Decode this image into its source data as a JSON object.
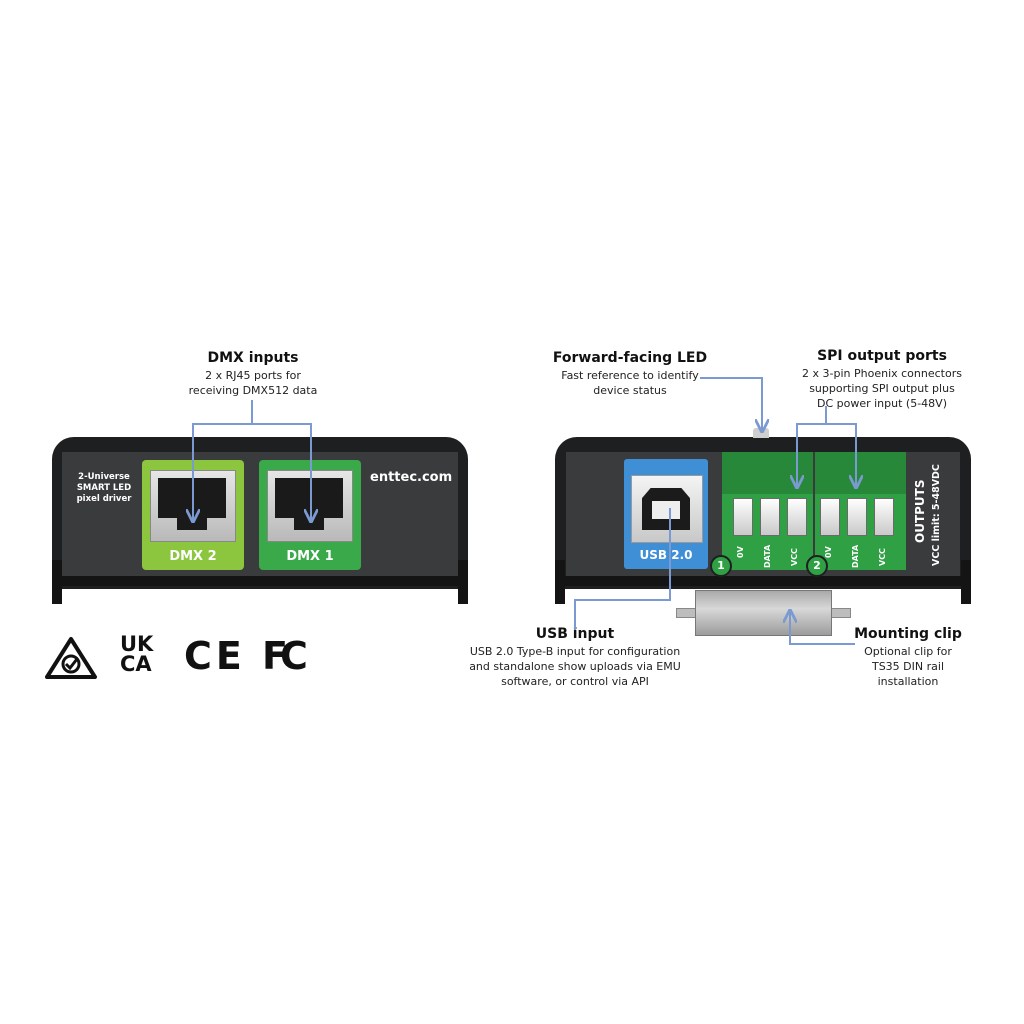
{
  "callouts": {
    "dmx_inputs": {
      "title": "DMX inputs",
      "lines": [
        "2 x RJ45 ports for",
        "receiving DMX512 data"
      ]
    },
    "forward_led": {
      "title": "Forward-facing LED",
      "lines": [
        "Fast reference to identify",
        "device status"
      ]
    },
    "spi_output": {
      "title": "SPI output ports",
      "lines": [
        "2 x 3-pin Phoenix connectors",
        "supporting SPI output plus",
        "DC power input (5-48V)"
      ]
    },
    "usb_input": {
      "title": "USB input",
      "lines": [
        "USB 2.0 Type-B input for configuration",
        "and standalone show uploads via EMU",
        "software, or control via API"
      ]
    },
    "mounting_clip": {
      "title": "Mounting clip",
      "lines": [
        "Optional clip for",
        "TS35 DIN rail",
        "installation"
      ]
    }
  },
  "front_device": {
    "product_label": [
      "2-Universe",
      "SMART LED",
      "pixel driver"
    ],
    "brand": "enttec.com",
    "ports": [
      {
        "label": "DMX 2",
        "color": "#8cc63f"
      },
      {
        "label": "DMX 1",
        "color": "#3aa94a"
      }
    ]
  },
  "back_device": {
    "usb_label": "USB 2.0",
    "connectors": [
      {
        "number": "1",
        "pins": [
          "0V",
          "DATA",
          "VCC"
        ]
      },
      {
        "number": "2",
        "pins": [
          "0V",
          "DATA",
          "VCC"
        ]
      }
    ],
    "outputs_label": "OUTPUTS",
    "vcc_limit": "VCC limit: 5-48VDC"
  },
  "certifications": [
    {
      "icon": "rcm-icon",
      "text": ""
    },
    {
      "icon": "ukca-icon",
      "text": "UK\nCA"
    },
    {
      "icon": "ce-icon",
      "text": "CE"
    },
    {
      "icon": "fcc-icon",
      "text": "FC"
    }
  ],
  "colors": {
    "arrow": "#7b9ad1",
    "housing": "#1e1f20",
    "face": "#3a3b3d",
    "usb": "#3f8fd6",
    "phoenix": "#2fa043"
  }
}
